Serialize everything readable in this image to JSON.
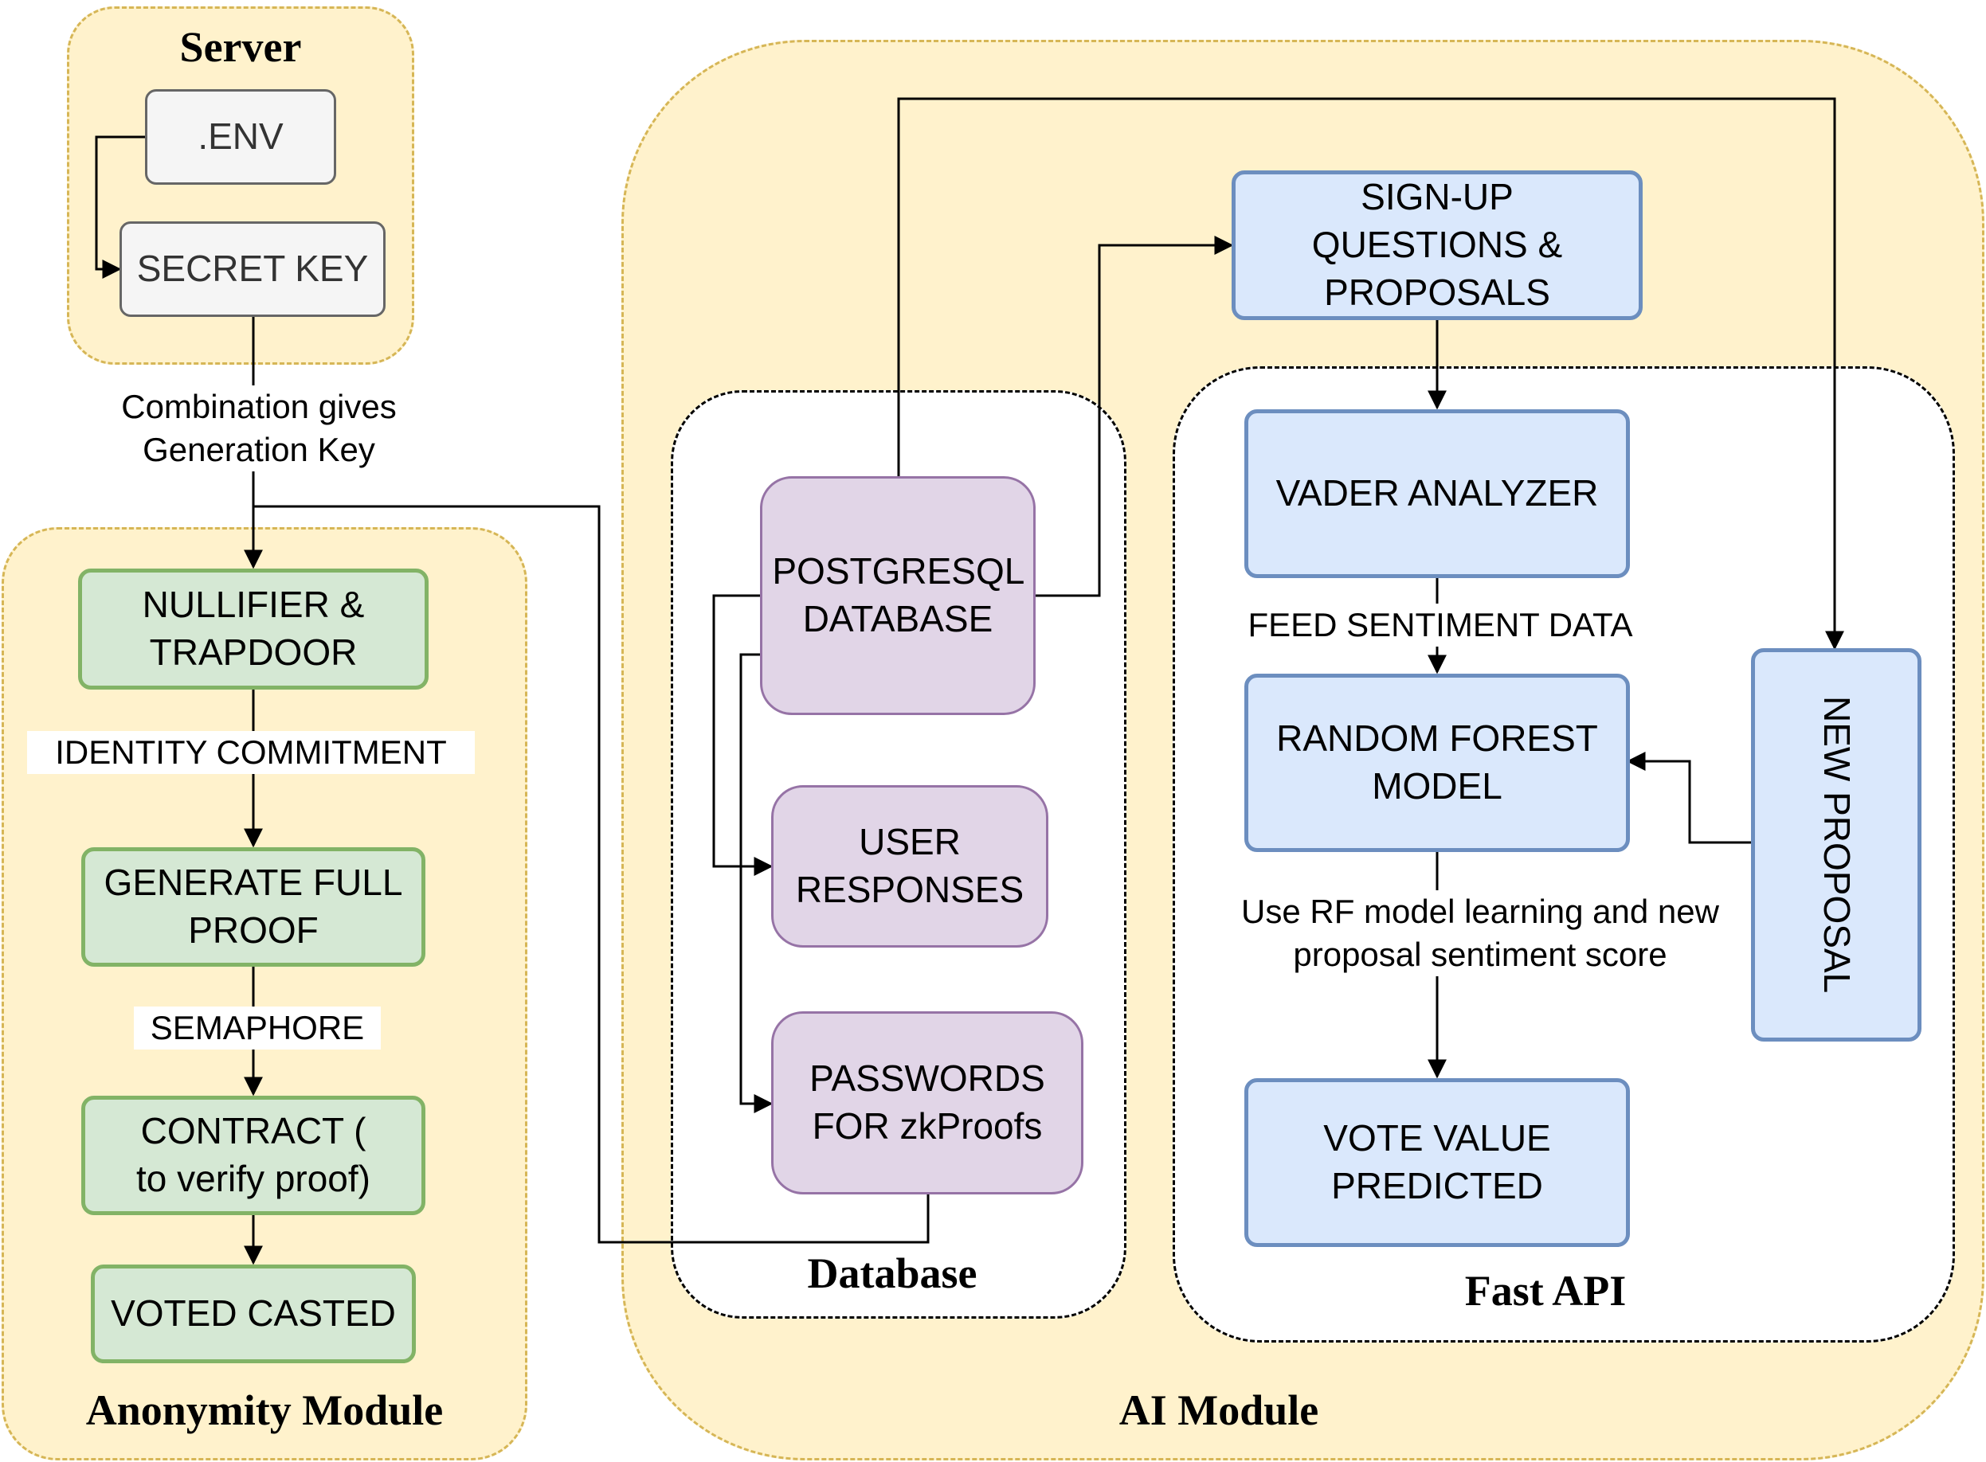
{
  "groups": {
    "server": "Server",
    "anonymity": "Anonymity Module",
    "ai": "AI Module",
    "database": "Database",
    "fastapi": "Fast API"
  },
  "nodes": {
    "env": ".ENV",
    "secret_key": "SECRET KEY",
    "nullifier": "NULLIFIER & TRAPDOOR",
    "generate_proof": "GENERATE FULL PROOF",
    "contract": "CONTRACT ( to verify proof)",
    "voted": "VOTED CASTED",
    "postgres": "POSTGRESQL DATABASE",
    "user_responses": "USER RESPONSES",
    "passwords": "PASSWORDS FOR zkProofs",
    "signup": "SIGN-UP QUESTIONS & PROPOSALS",
    "vader": "VADER ANALYZER",
    "random_forest": "RANDOM FOREST MODEL",
    "vote_value": "VOTE VALUE PREDICTED",
    "new_proposal": "NEW PROPOSAL"
  },
  "edge_labels": {
    "combination": "Combination gives Generation Key",
    "identity": "IDENTITY COMMITMENT",
    "semaphore": "SEMAPHORE",
    "feed": "FEED SENTIMENT DATA",
    "rf_use": "Use RF model learning and new proposal sentiment score"
  },
  "colors": {
    "group_fill": "#fff2cc",
    "group_border": "#d6b656",
    "gray_fill": "#f5f5f5",
    "green_fill": "#d5e8d4",
    "green_border": "#82b366",
    "purple_fill": "#e1d5e7",
    "purple_border": "#9673a6",
    "blue_fill": "#dae8fc",
    "blue_border": "#6c8ebf"
  }
}
